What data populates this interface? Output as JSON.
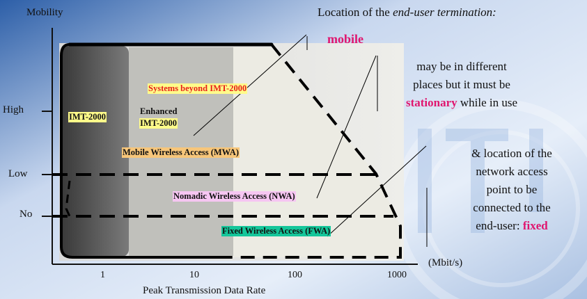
{
  "axis": {
    "y_title": "Mobility",
    "x_title": "Peak Transmission Data Rate",
    "x_unit": "(Mbit/s)",
    "y_ticks": [
      "High",
      "Low",
      "No"
    ],
    "x_ticks": [
      "1",
      "10",
      "100",
      "1000"
    ]
  },
  "regions": {
    "imt2000": "IMT-2000",
    "enhanced_line1": "Enhanced",
    "enhanced_line2": "IMT-2000",
    "beyond": "Systems beyond IMT-2000",
    "mwa": "Mobile Wireless Access (MWA)",
    "nwa": "Nomadic Wireless Access (NWA)",
    "fwa": "Fixed Wireless Access (FWA)"
  },
  "notes": {
    "location_prefix": "Location of the ",
    "location_italic": "end-user termination:",
    "mobile": "mobile",
    "nomadic_line1": "may be in different",
    "nomadic_line2": "places but it must be",
    "nomadic_stationary": "stationary",
    "nomadic_suffix": " while in use",
    "fixed_line1": "& location of the",
    "fixed_line2": "network access",
    "fixed_line3": "point to be",
    "fixed_line4": "connected to the",
    "fixed_line5_prefix": "end-user: ",
    "fixed_word": "fixed"
  },
  "colors": {
    "highlight_yellow": "#fffb8a",
    "highlight_orange": "#f7c67a",
    "highlight_pink": "#f6c6f2",
    "highlight_green": "#14c69a",
    "accent_red": "#e8201a",
    "accent_pink": "#e0156e"
  }
}
